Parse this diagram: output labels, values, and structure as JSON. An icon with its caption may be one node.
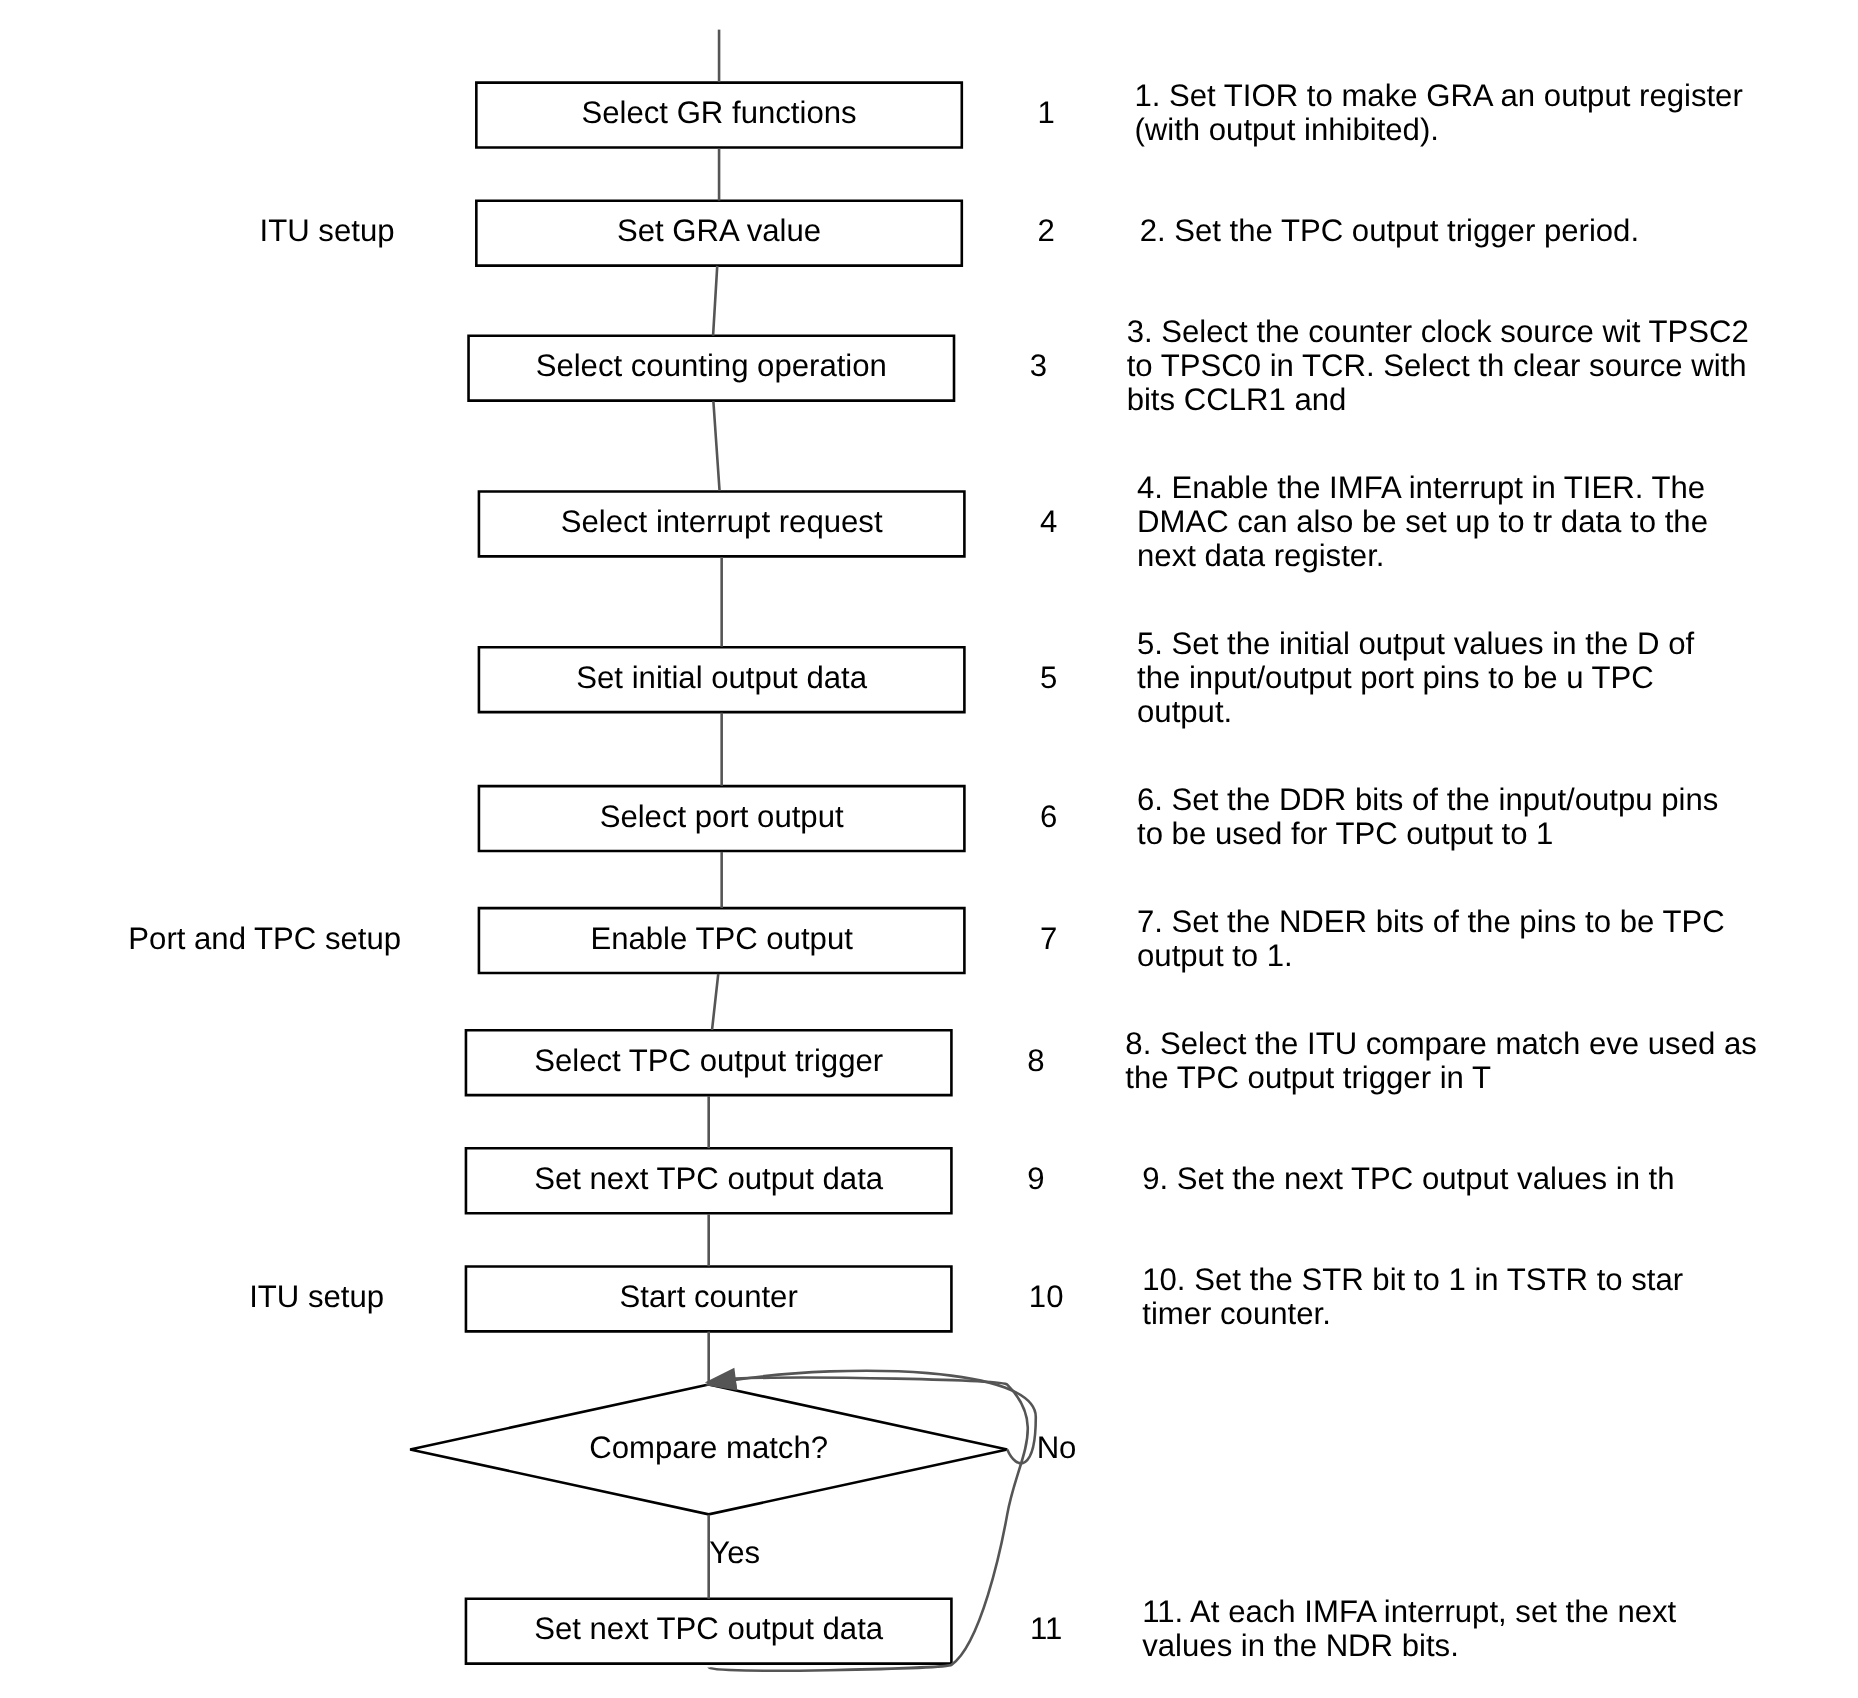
{
  "diagram": {
    "nodes": [
      {
        "text": [
          "Select GR functions"
        ],
        "beside": [
          "1"
        ]
      },
      {
        "text": [
          "Set GRA value"
        ],
        "beside": [
          "2"
        ]
      },
      {
        "text": [
          "Select counting operation"
        ],
        "beside": [
          "3"
        ]
      },
      {
        "text": [
          "Select interrupt request"
        ],
        "beside": [
          "4"
        ]
      },
      {
        "text": [
          "Set initial output data"
        ],
        "beside": [
          "5"
        ]
      },
      {
        "text": [
          "Select port output"
        ],
        "beside": [
          "6"
        ]
      },
      {
        "text": [
          "Enable TPC output"
        ],
        "beside": [
          "7"
        ]
      },
      {
        "text": [
          "Select TPC output trigger"
        ],
        "beside": [
          "8"
        ]
      },
      {
        "text": [
          "Set next TPC output data"
        ],
        "beside": [
          "9"
        ]
      },
      {
        "text": [
          "Start counter"
        ],
        "beside": [
          "10"
        ]
      },
      {
        "text": [
          "Compare match?"
        ]
      },
      {
        "text": [
          "Set next TPC output data"
        ],
        "beside": [
          "11"
        ]
      }
    ],
    "edges": [
      {
        "from": null,
        "to": 0,
        "arrow": "none"
      },
      {
        "from": 0,
        "to": 1,
        "arrow": "none"
      },
      {
        "from": 1,
        "to": 2,
        "arrow": "none"
      },
      {
        "from": 2,
        "to": 3,
        "arrow": "none"
      },
      {
        "from": 3,
        "to": 4,
        "arrow": "none"
      },
      {
        "from": 4,
        "to": 5,
        "arrow": "none"
      },
      {
        "from": 5,
        "to": 6,
        "arrow": "none"
      },
      {
        "from": 6,
        "to": 7,
        "arrow": "none"
      },
      {
        "from": 7,
        "to": 8,
        "arrow": "none"
      },
      {
        "from": 8,
        "to": 9,
        "arrow": "none"
      },
      {
        "from": 9,
        "to": 10,
        "arrow": "none"
      },
      {
        "from": 10,
        "to": 11,
        "label": "Yes",
        "arrow": "none"
      },
      {
        "from": 10,
        "to": 10,
        "label": "No",
        "arrow": "to"
      },
      {
        "from": 11,
        "to": 10,
        "arrow": "to"
      }
    ],
    "labels": [
      "ITU setup",
      "Port and TPC setup",
      "ITU setup",
      "1. Set TIOR to make GRA an output register (with output inhibited).",
      "2. Set the TPC output trigger period.",
      "3. Select the counter clock source wit TPSC2 to TPSC0 in TCR. Select th clear source with bits CCLR1 and",
      "4. Enable the IMFA interrupt in TIER. The DMAC can also be set up to tr data to the next data register.",
      "5. Set the initial output values in the D of the input/output port pins to be u TPC output.",
      "6. Set the DDR bits of the input/outpu pins to be used for TPC output to 1",
      "7. Set the NDER bits of the pins to be TPC output to 1.",
      "8. Select the ITU compare match eve used as the TPC output trigger in T",
      "9. Set the next TPC output values in th",
      "10. Set the STR bit to 1 in TSTR to star timer counter.",
      "11. At each IMFA interrupt, set the next values in the NDR bits."
    ]
  }
}
